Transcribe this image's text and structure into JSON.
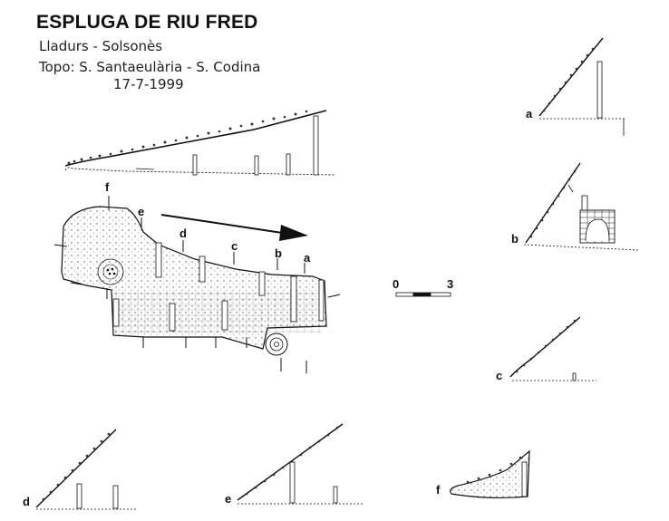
{
  "header": {
    "title": "ESPLUGA DE RIU FRED",
    "location": "Lladurs - Solsonès",
    "authors": "Topo: S. Santaeulària - S. Codina",
    "date": "17-7-1999"
  },
  "plan": {
    "section_labels": [
      "a",
      "b",
      "c",
      "d",
      "e",
      "f"
    ]
  },
  "scale": {
    "start": "0",
    "end": "3"
  },
  "cross_sections": {
    "a": "a",
    "b": "b",
    "c": "c",
    "d": "d",
    "e": "e",
    "f": "f"
  }
}
